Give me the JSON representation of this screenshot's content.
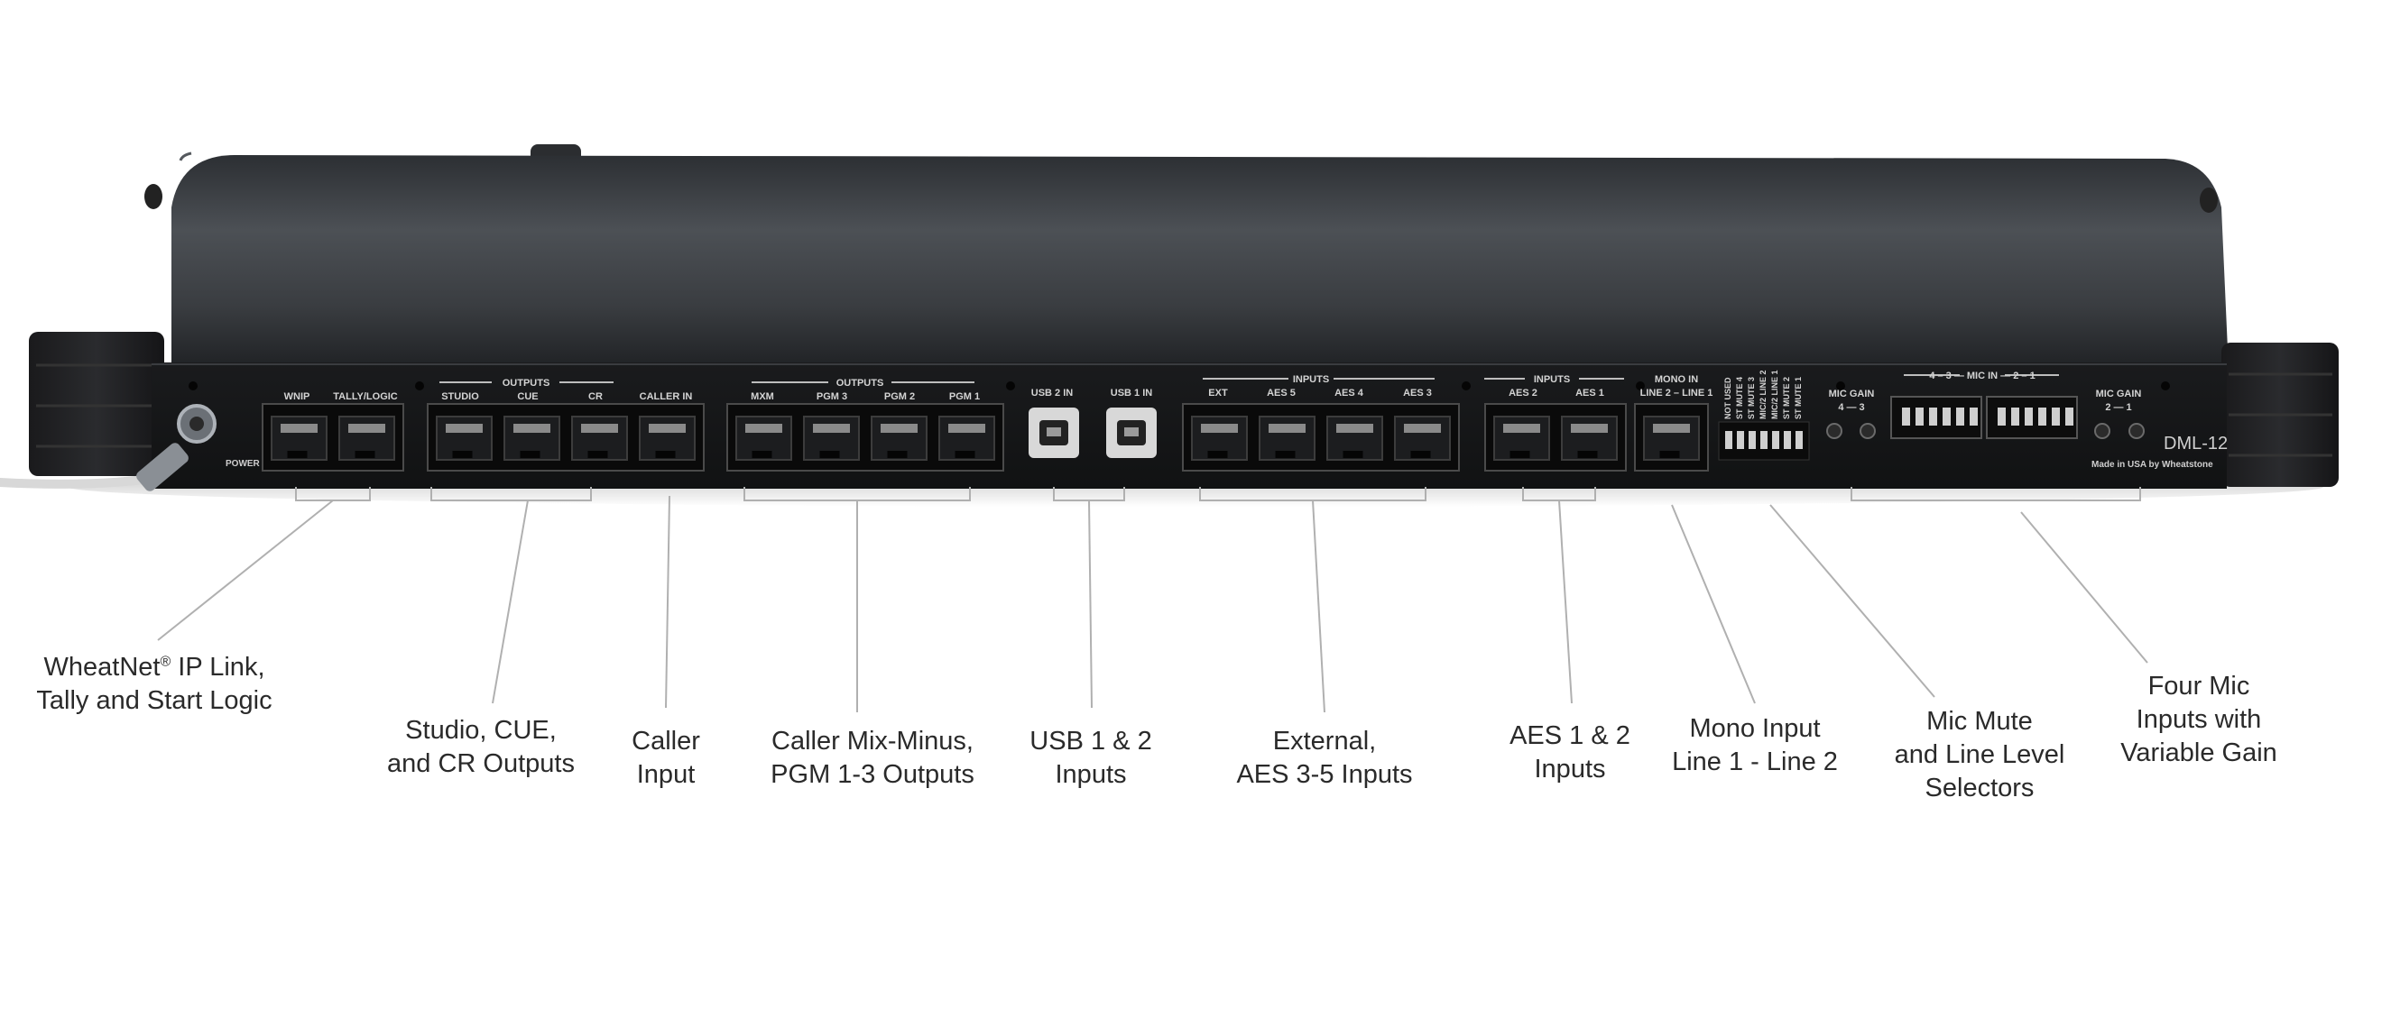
{
  "device": {
    "model": "DML-12",
    "made_in": "Made in USA by Wheatstone",
    "power_label": "POWER IN",
    "groups": {
      "outputs_left": "OUTPUTS",
      "outputs_right": "OUTPUTS",
      "inputs_mid": "INPUTS",
      "inputs_aes": "INPUTS",
      "mic_in": "4 – 3 — MIC IN — 2 – 1",
      "mic_gain_left": "MIC GAIN",
      "mic_gain_left_sub": "4 — 3",
      "mic_gain_right": "MIC GAIN",
      "mic_gain_right_sub": "2 — 1",
      "mono_in": "MONO IN",
      "mono_in_sub": "LINE 2 – LINE 1"
    },
    "port_labels": {
      "wnip": "WNIP",
      "tally": "TALLY/LOGIC",
      "studio": "STUDIO",
      "cue": "CUE",
      "cr": "CR",
      "caller_in": "CALLER IN",
      "mxm": "MXM",
      "pgm3": "PGM 3",
      "pgm2": "PGM 2",
      "pgm1": "PGM 1",
      "usb2": "USB 2 IN",
      "usb1": "USB 1 IN",
      "ext": "EXT",
      "aes5": "AES 5",
      "aes4": "AES 4",
      "aes3": "AES 3",
      "aes2": "AES 2",
      "aes1": "AES 1"
    },
    "switch_labels": [
      "NOT USED",
      "ST MUTE 4",
      "ST MUTE 3",
      "MIC/2 LINE 2",
      "MIC/2 LINE 1",
      "ST MUTE 2",
      "ST MUTE 1"
    ]
  },
  "callouts": {
    "wheatnet": {
      "line1": "WheatNet",
      "reg": "®",
      "line1b": " IP Link,",
      "line2": "Tally and Start Logic"
    },
    "studio": {
      "line1": "Studio, CUE,",
      "line2": "and CR Outputs"
    },
    "caller": {
      "line1": "Caller",
      "line2": "Input"
    },
    "mixminus": {
      "line1": "Caller Mix-Minus,",
      "line2": "PGM 1-3 Outputs"
    },
    "usb": {
      "line1": "USB 1 & 2",
      "line2": "Inputs"
    },
    "external": {
      "line1": "External,",
      "line2": "AES 3-5 Inputs"
    },
    "aes": {
      "line1": "AES 1 & 2",
      "line2": "Inputs"
    },
    "mono": {
      "line1": "Mono Input",
      "line2": "Line 1 - Line 2"
    },
    "micmute": {
      "line1": "Mic Mute",
      "line2": "and Line Level",
      "line3": "Selectors"
    },
    "fourmic": {
      "line1": "Four Mic",
      "line2": "Inputs with",
      "line3": "Variable Gain"
    }
  }
}
